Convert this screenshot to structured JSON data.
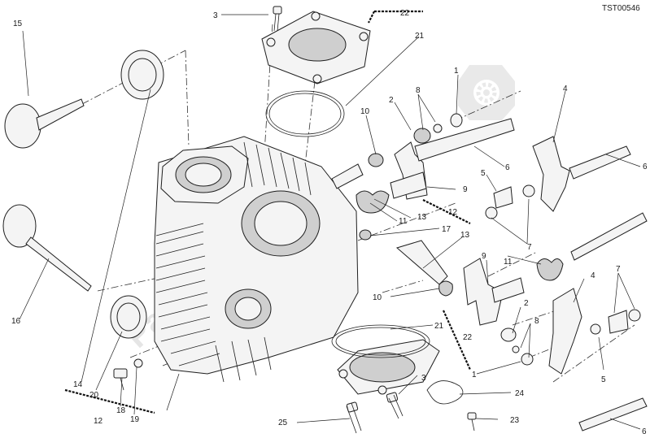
{
  "diagram_code": "TST00546",
  "watermark_text": "Partsrepublik",
  "watermark_icon": "gear-icon",
  "callouts": [
    {
      "id": "c1a",
      "text": "1"
    },
    {
      "id": "c1b",
      "text": "1"
    },
    {
      "id": "c2a",
      "text": "2"
    },
    {
      "id": "c2b",
      "text": "2"
    },
    {
      "id": "c3a",
      "text": "3"
    },
    {
      "id": "c3b",
      "text": "3"
    },
    {
      "id": "c4a",
      "text": "4"
    },
    {
      "id": "c4b",
      "text": "4"
    },
    {
      "id": "c5a",
      "text": "5"
    },
    {
      "id": "c5b",
      "text": "5"
    },
    {
      "id": "c6a",
      "text": "6"
    },
    {
      "id": "c6b",
      "text": "6"
    },
    {
      "id": "c6c",
      "text": "6"
    },
    {
      "id": "c7a",
      "text": "7"
    },
    {
      "id": "c7b",
      "text": "7"
    },
    {
      "id": "c8a",
      "text": "8"
    },
    {
      "id": "c8b",
      "text": "8"
    },
    {
      "id": "c9a",
      "text": "9"
    },
    {
      "id": "c9b",
      "text": "9"
    },
    {
      "id": "c10a",
      "text": "10"
    },
    {
      "id": "c10b",
      "text": "10"
    },
    {
      "id": "c11a",
      "text": "11"
    },
    {
      "id": "c11b",
      "text": "11"
    },
    {
      "id": "c12a",
      "text": "12"
    },
    {
      "id": "c12b",
      "text": "12"
    },
    {
      "id": "c13a",
      "text": "13"
    },
    {
      "id": "c13b",
      "text": "13"
    },
    {
      "id": "c14",
      "text": "14"
    },
    {
      "id": "c15",
      "text": "15"
    },
    {
      "id": "c16",
      "text": "16"
    },
    {
      "id": "c17",
      "text": "17"
    },
    {
      "id": "c18",
      "text": "18"
    },
    {
      "id": "c19",
      "text": "19"
    },
    {
      "id": "c20",
      "text": "20"
    },
    {
      "id": "c21a",
      "text": "21"
    },
    {
      "id": "c21b",
      "text": "21"
    },
    {
      "id": "c22a",
      "text": "22"
    },
    {
      "id": "c22b",
      "text": "22"
    },
    {
      "id": "c23",
      "text": "23"
    },
    {
      "id": "c24",
      "text": "24"
    },
    {
      "id": "c25",
      "text": "25"
    }
  ]
}
